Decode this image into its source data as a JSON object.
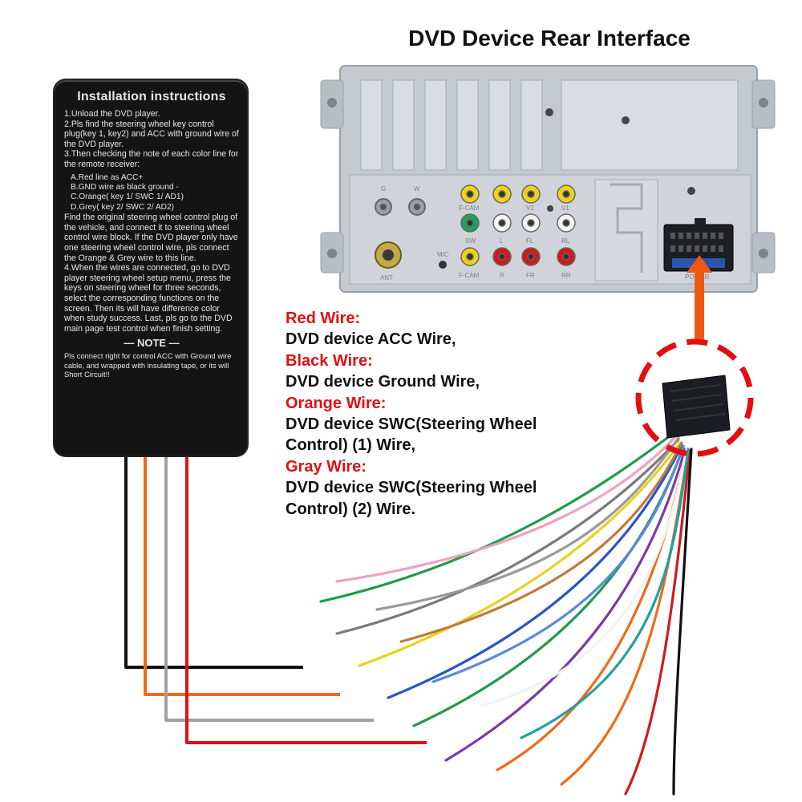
{
  "title": "DVD Device Rear Interface",
  "instructions": {
    "heading": "Installation instructions",
    "steps": [
      "1.Unload the DVD player.",
      "2.Pls find the steering wheel key control plug(key 1, key2) and ACC with ground wire of the DVD player.",
      "3.Then checking the note of each color line for the remote receiver:"
    ],
    "sub_items": [
      "A.Red line as ACC+",
      "B.GND wire as black ground -",
      "C.Orange( key 1/ SWC 1/ AD1)",
      "D.Grey( key 2/ SWC 2/ AD2)"
    ],
    "steps_after": [
      "Find the original steering wheel control plug of the vehicle, and connect it to steering wheel control wire block. If the DVD player only have one steering wheel control wire, pls connect the Orange & Grey wire to this line.",
      "4.When the wires are connected, go to DVD player steering wheel setup menu, press the keys on steering wheel for three seconds, select the corresponding functions on the screen. Then its will have difference color when study success. Last, pls go to the DVD main page test control when finish setting."
    ],
    "note_heading": "NOTE",
    "note_text": "Pls connect right for control ACC with Ground wire cable, and wrapped with insulating tape, or its will Short Circuit!!"
  },
  "wires": [
    {
      "label": "Red Wire:",
      "description": "DVD device ACC Wire,"
    },
    {
      "label": "Black Wire:",
      "description": "DVD device Ground Wire,"
    },
    {
      "label": "Orange Wire:",
      "description": "DVD device SWC(Steering Wheel Control) (1) Wire,"
    },
    {
      "label": "Gray Wire:",
      "description": "DVD device SWC(Steering Wheel Control) (2) Wire."
    }
  ],
  "device_labels": {
    "gps": "G",
    "wifi": "W",
    "ant": "ANT",
    "mic": "MIC",
    "fcam_top": "F-CAM",
    "fcam_bottom": "F-CAM",
    "sw": "SW",
    "l": "L",
    "r": "R",
    "fl": "FL",
    "fr": "FR",
    "rl": "RL",
    "rr": "RR",
    "v1": "V1",
    "v2": "V2",
    "power": "POWER"
  },
  "colors": {
    "red_wire": "#e01010",
    "black_wire": "#111111",
    "orange_wire": "#ee6a1a",
    "gray_wire": "#9a9a9a",
    "arrow": "#ee5a14",
    "highlight_circle": "#e01010",
    "box": "#141414"
  }
}
